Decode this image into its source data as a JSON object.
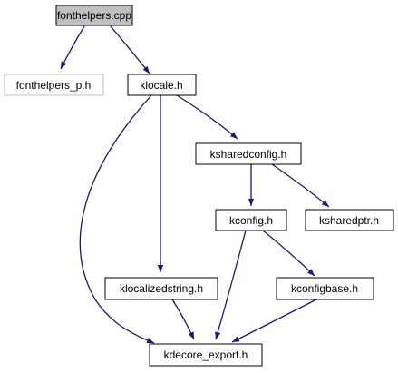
{
  "diagram": {
    "type": "include-dependency-graph",
    "colors": {
      "edge": "#191970",
      "root_fill": "#bfbfbf",
      "node_border": "#000000",
      "missing_border": "#bfbfbf",
      "node_fill": "#ffffff",
      "text": "#000000"
    },
    "nodes": [
      {
        "id": "fonthelpers_cpp",
        "label": "fonthelpers.cpp",
        "style": "root"
      },
      {
        "id": "fonthelpers_p_h",
        "label": "fonthelpers_p.h",
        "style": "missing"
      },
      {
        "id": "klocale_h",
        "label": "klocale.h",
        "style": "normal"
      },
      {
        "id": "ksharedconfig_h",
        "label": "ksharedconfig.h",
        "style": "normal"
      },
      {
        "id": "kconfig_h",
        "label": "kconfig.h",
        "style": "normal"
      },
      {
        "id": "ksharedptr_h",
        "label": "ksharedptr.h",
        "style": "normal"
      },
      {
        "id": "klocalizedstring_h",
        "label": "klocalizedstring.h",
        "style": "normal"
      },
      {
        "id": "kconfigbase_h",
        "label": "kconfigbase.h",
        "style": "normal"
      },
      {
        "id": "kdecore_export_h",
        "label": "kdecore_export.h",
        "style": "normal"
      }
    ],
    "edges": [
      {
        "from": "fonthelpers_cpp",
        "to": "fonthelpers_p_h"
      },
      {
        "from": "fonthelpers_cpp",
        "to": "klocale_h"
      },
      {
        "from": "klocale_h",
        "to": "kdecore_export_h"
      },
      {
        "from": "klocale_h",
        "to": "klocalizedstring_h"
      },
      {
        "from": "klocale_h",
        "to": "ksharedconfig_h"
      },
      {
        "from": "ksharedconfig_h",
        "to": "kconfig_h"
      },
      {
        "from": "ksharedconfig_h",
        "to": "ksharedptr_h"
      },
      {
        "from": "kconfig_h",
        "to": "kdecore_export_h"
      },
      {
        "from": "kconfig_h",
        "to": "kconfigbase_h"
      },
      {
        "from": "klocalizedstring_h",
        "to": "kdecore_export_h"
      },
      {
        "from": "kconfigbase_h",
        "to": "kdecore_export_h"
      }
    ]
  }
}
